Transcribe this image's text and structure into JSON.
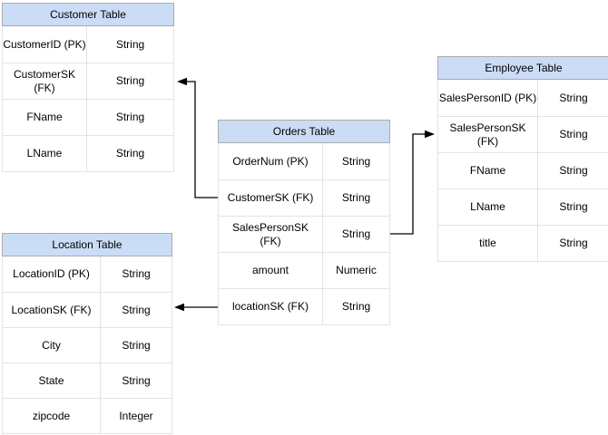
{
  "colors": {
    "header_fill": "#CBDCF6",
    "header_border": "#ABABAB",
    "row_border": "#E3E3E3",
    "connector": "#000000",
    "text": "#000000"
  },
  "tables": {
    "customer": {
      "title": "Customer Table",
      "rows": [
        {
          "field": "CustomerID (PK)",
          "type": "String"
        },
        {
          "field": "CustomerSK\n(FK)",
          "type": "String"
        },
        {
          "field": "FName",
          "type": "String"
        },
        {
          "field": "LName",
          "type": "String"
        }
      ]
    },
    "orders": {
      "title": "Orders Table",
      "rows": [
        {
          "field": "OrderNum (PK)",
          "type": "String"
        },
        {
          "field": "CustomerSK (FK)",
          "type": "String"
        },
        {
          "field": "SalesPersonSK\n(FK)",
          "type": "String"
        },
        {
          "field": "amount",
          "type": "Numeric"
        },
        {
          "field": "locationSK (FK)",
          "type": "String"
        }
      ]
    },
    "employee": {
      "title": "Employee Table",
      "rows": [
        {
          "field": "SalesPersonID (PK)",
          "type": "String"
        },
        {
          "field": "SalesPersonSK\n(FK)",
          "type": "String"
        },
        {
          "field": "FName",
          "type": "String"
        },
        {
          "field": "LName",
          "type": "String"
        },
        {
          "field": "title",
          "type": "String"
        }
      ]
    },
    "location": {
      "title": "Location Table",
      "rows": [
        {
          "field": "LocationID (PK)",
          "type": "String"
        },
        {
          "field": "LocationSK (FK)",
          "type": "String"
        },
        {
          "field": "City",
          "type": "String"
        },
        {
          "field": "State",
          "type": "String"
        },
        {
          "field": "zipcode",
          "type": "Integer"
        }
      ]
    }
  },
  "connections": [
    {
      "from": "Orders Table.CustomerSK (FK)",
      "to": "Customer Table.CustomerSK (FK)",
      "style": "elbow-arrow"
    },
    {
      "from": "Orders Table.SalesPersonSK (FK)",
      "to": "Employee Table.SalesPersonSK (FK)",
      "style": "elbow-arrow"
    },
    {
      "from": "Orders Table.locationSK (FK)",
      "to": "Location Table.LocationSK (FK)",
      "style": "straight-arrow"
    }
  ]
}
